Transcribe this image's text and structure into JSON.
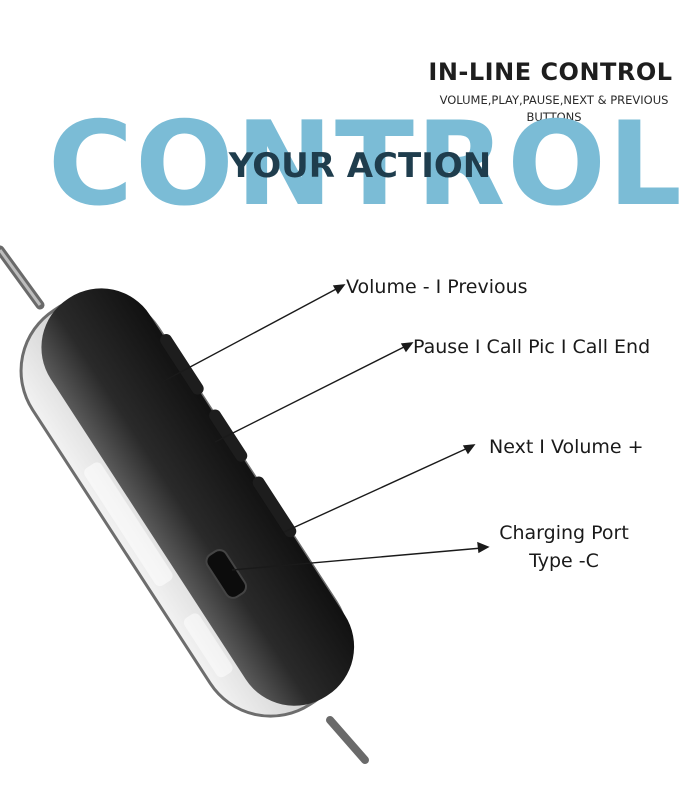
{
  "header": {
    "title": "IN-LINE CONTROL",
    "subtitle_line1": "VOLUME,PLAY,PAUSE,NEXT & PREVIOUS",
    "subtitle_line2": "BUTTONS"
  },
  "banner": {
    "big_word": "CONTROL",
    "overlay": "YOUR ACTION",
    "color": "#7bbcd6"
  },
  "callouts": {
    "volume_previous": "Volume - I Previous",
    "pause_call": "Pause  I Call Pic I Call End",
    "next_volume": "Next I Volume +",
    "charging_line1": "Charging Port",
    "charging_line2": "Type -C"
  }
}
